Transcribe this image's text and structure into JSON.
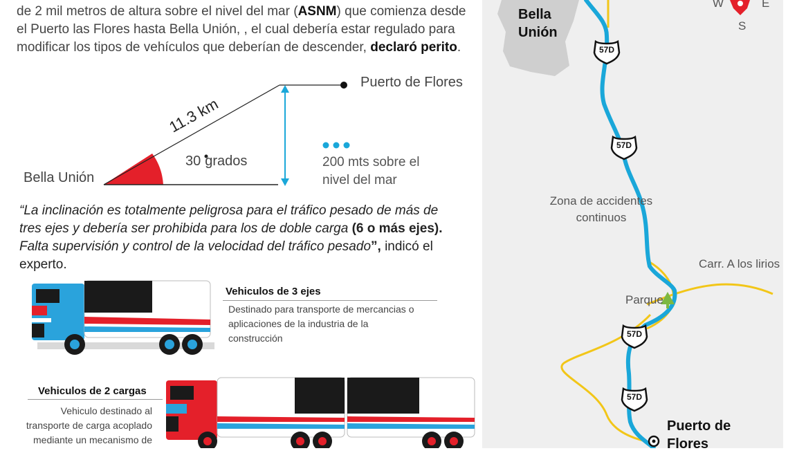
{
  "intro": {
    "line1_pre": "de 2 mil metros de altura sobre el nivel del mar (",
    "line1_bold": "ASNM",
    "line1_post": ")  que comienza desde",
    "line2": "el Puerto las Flores hasta Bella Unión, , el cual debería estar regulado para",
    "line3_pre": "modificar los tipos de vehículos que deberían de descender, ",
    "line3_bold": "declaró perito",
    "line3_post": "."
  },
  "slope": {
    "top_label": "Puerto de Flores",
    "bottom_label": "Bella Unión",
    "distance": "11.3 km",
    "angle_value": "30",
    "angle_unit": "grados",
    "height_line1": "200 mts sobre el",
    "height_line2": "nivel del mar"
  },
  "quote": {
    "part1": "“La inclinación es totalmente peligrosa para el tráfico pesado de más de tres ejes y debería ser prohibida para los de doble carga ",
    "part2": "(6 o más ejes).",
    "part3": " Falta supervisión y control de la velocidad del tráfico pesado",
    "part4": "”,",
    "part5": " indicó el experto."
  },
  "trucks": [
    {
      "title": "Vehiculos de 3 ejes",
      "desc": [
        "Destinado para transporte de mercancias o",
        "aplicaciones de la industria de la",
        "construcción"
      ]
    },
    {
      "title": "Vehiculos de 2 cargas",
      "desc": [
        "Vehiculo destinado al",
        "transporte de carga acoplado",
        "mediante un mecanismo de"
      ]
    }
  ],
  "map": {
    "city_top": [
      "Bella",
      "Unión"
    ],
    "city_bottom": [
      "Puerto de",
      "Flores"
    ],
    "zone": [
      "Zona de accidentes",
      "continuos"
    ],
    "road_label": "Carr. A los lirios",
    "park": "Parque",
    "highway": "57D",
    "compass": {
      "w": "W",
      "e": "E",
      "s": "S"
    }
  },
  "colors": {
    "route": "#1aa7d9",
    "secondary_road": "#f2c618",
    "accent_red": "#e4202a",
    "truck_blue": "#2aa3dc",
    "truck_black": "#1a1a1a"
  }
}
